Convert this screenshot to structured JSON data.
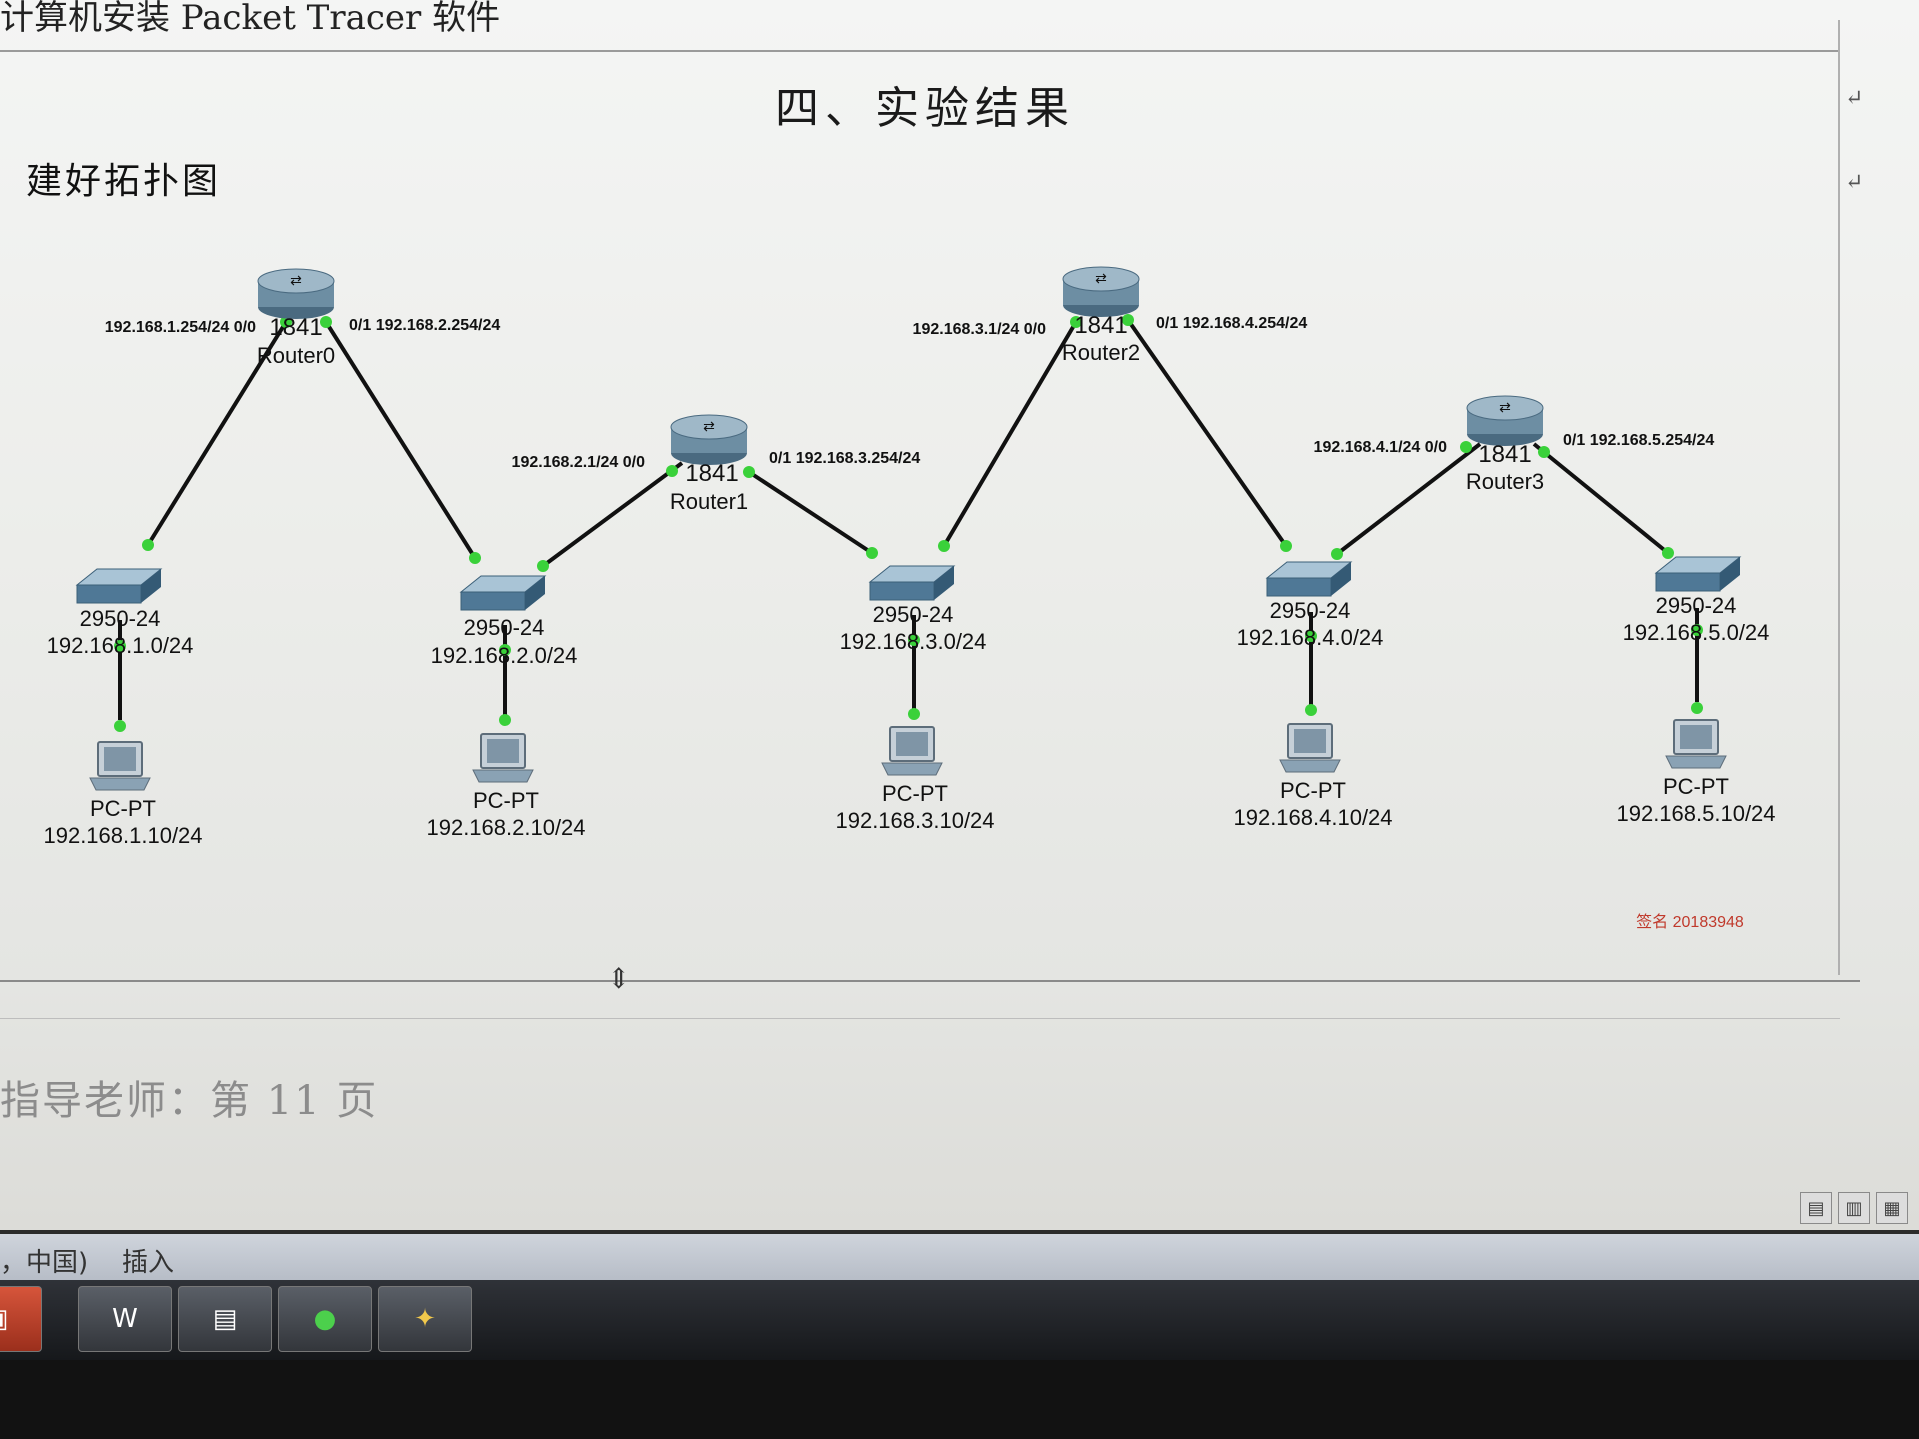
{
  "header": {
    "title_text": "计算机安装 Packet Tracer 软件"
  },
  "section": {
    "title": "四、实验结果"
  },
  "subsection": {
    "heading": "建好拓扑图"
  },
  "topology": {
    "routers": [
      {
        "model": "1841",
        "name": "Router0",
        "left_iface": "192.168.1.254/24 0/0",
        "right_iface": "0/1 192.168.2.254/24"
      },
      {
        "model": "1841",
        "name": "Router1",
        "left_iface": "192.168.2.1/24 0/0",
        "right_iface": "0/1 192.168.3.254/24"
      },
      {
        "model": "1841",
        "name": "Router2",
        "left_iface": "192.168.3.1/24 0/0",
        "right_iface": "0/1 192.168.4.254/24"
      },
      {
        "model": "1841",
        "name": "Router3",
        "left_iface": "192.168.4.1/24 0/0",
        "right_iface": "0/1 192.168.5.254/24"
      }
    ],
    "switches": [
      {
        "model": "2950-24",
        "network": "192.168.1.0/24"
      },
      {
        "model": "2950-24",
        "network": "192.168.2.0/24"
      },
      {
        "model": "2950-24",
        "network": "192.168.3.0/24"
      },
      {
        "model": "2950-24",
        "network": "192.168.4.0/24"
      },
      {
        "model": "2950-24",
        "network": "192.168.5.0/24"
      }
    ],
    "pcs": [
      {
        "model": "PC-PT",
        "ip": "192.168.1.10/24"
      },
      {
        "model": "PC-PT",
        "ip": "192.168.2.10/24"
      },
      {
        "model": "PC-PT",
        "ip": "192.168.3.10/24"
      },
      {
        "model": "PC-PT",
        "ip": "192.168.4.10/24"
      },
      {
        "model": "PC-PT",
        "ip": "192.168.5.10/24"
      }
    ],
    "watermark": "签名 20183948",
    "link_color": "#111111",
    "port_color": "#3ad13a"
  },
  "footer": {
    "text": "指导老师：第 11 页"
  },
  "status_bar": {
    "language": "，中国)",
    "mode": "插入"
  },
  "taskbar": {
    "apps": [
      {
        "icon": "office-icon",
        "glyph": "▣"
      },
      {
        "icon": "word-icon",
        "glyph": "W"
      },
      {
        "icon": "image-viewer-icon",
        "glyph": "▤"
      },
      {
        "icon": "chat-icon",
        "glyph": "●"
      },
      {
        "icon": "packet-tracer-icon",
        "glyph": "✦"
      }
    ]
  }
}
